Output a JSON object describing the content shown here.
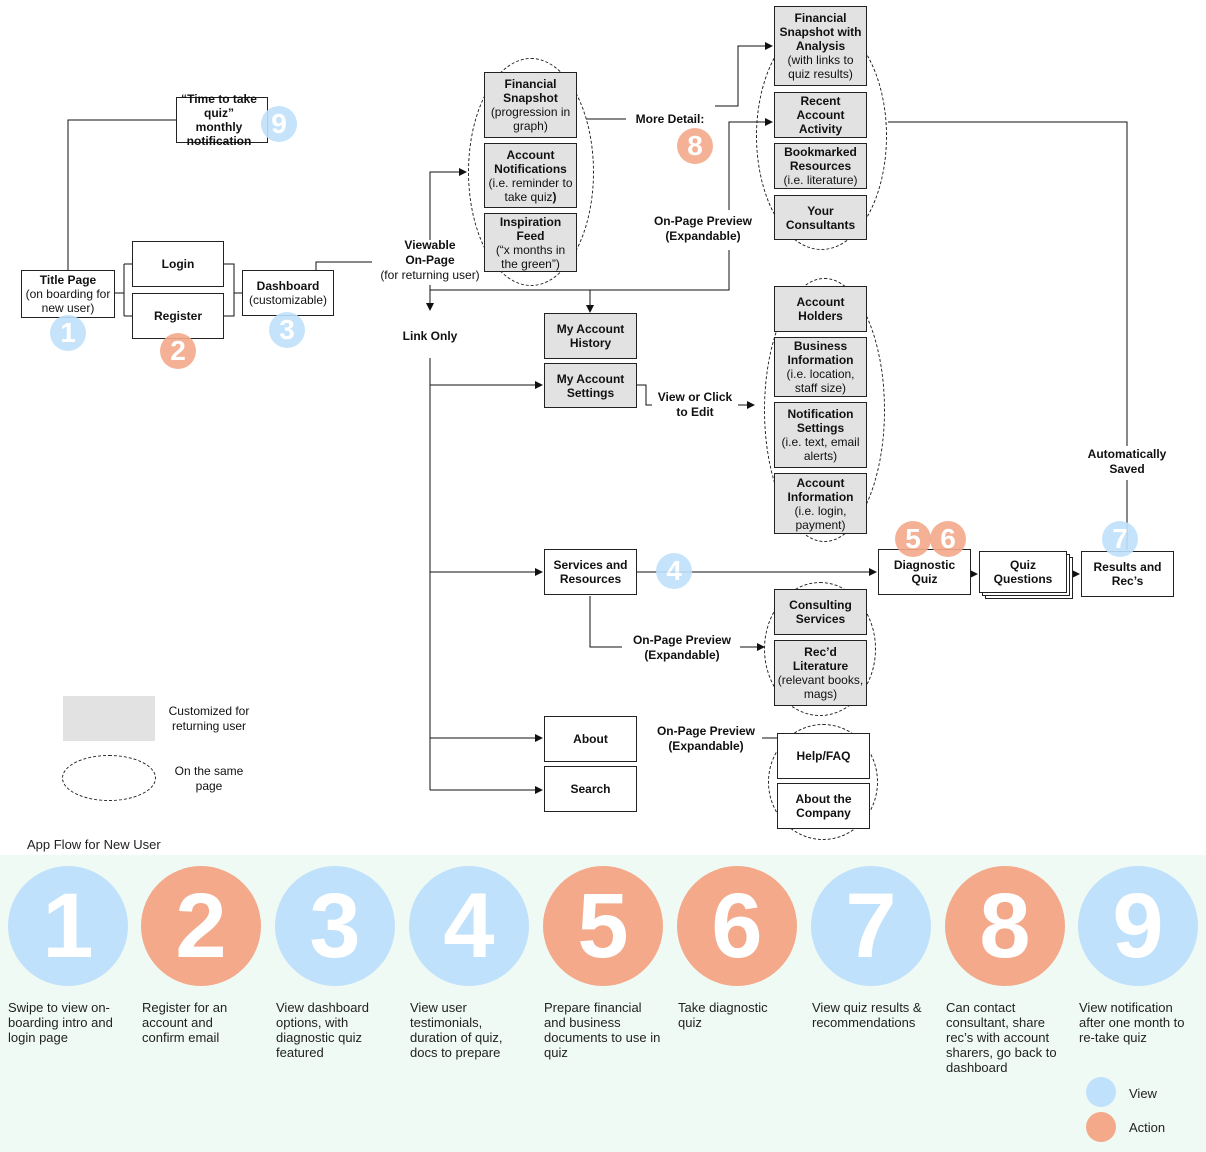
{
  "boxes": {
    "title_page": {
      "title": "Title Page",
      "sub": "(on boarding for new user)"
    },
    "login": "Login",
    "register": "Register",
    "dashboard": {
      "title": "Dashboard",
      "sub": "(customizable)"
    },
    "notification": "“Time to take quiz” monthly notification",
    "financial_snapshot": {
      "title": "Financial Snapshot",
      "sub": "(progression in graph)"
    },
    "account_notifications": {
      "title": "Account Notifications",
      "sub1": "(i.e. reminder to take quiz",
      "sub2": ")"
    },
    "inspiration_feed": {
      "title": "Inspiration Feed",
      "sub": "(“x months in the green”)"
    },
    "financial_snapshot_analysis": {
      "title": "Financial Snapshot with Analysis",
      "sub": "(with links to quiz results)"
    },
    "recent_activity": "Recent Account Activity",
    "bookmarked": {
      "title": "Bookmarked Resources",
      "sub": "(i.e. literature)"
    },
    "your_consultants": "Your Consultants",
    "my_account_history": "My Account History",
    "my_account_settings": "My Account Settings",
    "account_holders": "Account Holders",
    "business_info": {
      "title": "Business Information",
      "sub": "(i.e. location, staff size)"
    },
    "notification_settings": {
      "title": "Notification Settings",
      "sub": "(i.e. text, email alerts)"
    },
    "account_information": {
      "title": "Account Information",
      "sub": "(i.e. login, payment)"
    },
    "services_resources": "Services and Resources",
    "diagnostic_quiz": "Diagnostic Quiz",
    "quiz_questions": "Quiz Questions",
    "results_recs": "Results and Rec’s",
    "consulting_services": "Consulting Services",
    "recd_literature": {
      "title": "Rec’d Literature",
      "sub": "(relevant books, mags)"
    },
    "about": "About",
    "search": "Search",
    "help_faq": "Help/FAQ",
    "about_company": "About the Company"
  },
  "labels": {
    "viewable": "Viewable On-Page",
    "viewable_sub": "(for returning user)",
    "link_only": "Link Only",
    "more_detail": "More Detail:",
    "onpage_preview": "On-Page Preview (Expandable)",
    "view_or_click": "View or Click to Edit",
    "auto_saved": "Automatically Saved"
  },
  "legend": {
    "customized": "Customized for returning user",
    "same_page": "On the same page"
  },
  "badges": {
    "b1": "1",
    "b2": "2",
    "b3": "3",
    "b4": "4",
    "b5": "5",
    "b6": "6",
    "b7": "7",
    "b8": "8",
    "b9": "9"
  },
  "bottom": {
    "heading": "App Flow for New User",
    "steps": [
      {
        "num": "1",
        "text": "Swipe to view on-boarding intro and login page",
        "kind": "view"
      },
      {
        "num": "2",
        "text": "Register for an account and confirm email",
        "kind": "action"
      },
      {
        "num": "3",
        "text": "View dashboard options, with diagnostic quiz featured",
        "kind": "view"
      },
      {
        "num": "4",
        "text": "View user testimonials, duration of quiz, docs to prepare",
        "kind": "view"
      },
      {
        "num": "5",
        "text": "Prepare financial and business documents to use in quiz",
        "kind": "action"
      },
      {
        "num": "6",
        "text": "Take diagnostic quiz",
        "kind": "action"
      },
      {
        "num": "7",
        "text": "View quiz results & recommendations",
        "kind": "view"
      },
      {
        "num": "8",
        "text": "Can contact consultant, share rec’s with account sharers, go back to dashboard",
        "kind": "action"
      },
      {
        "num": "9",
        "text": "View notification after one month to re-take quiz",
        "kind": "view"
      }
    ],
    "legend_view": "View",
    "legend_action": "Action"
  },
  "colors": {
    "view": "#bfe1fb",
    "action": "#f3a98a",
    "gray_fill": "#e2e2e2",
    "band": "#f0faf4"
  }
}
